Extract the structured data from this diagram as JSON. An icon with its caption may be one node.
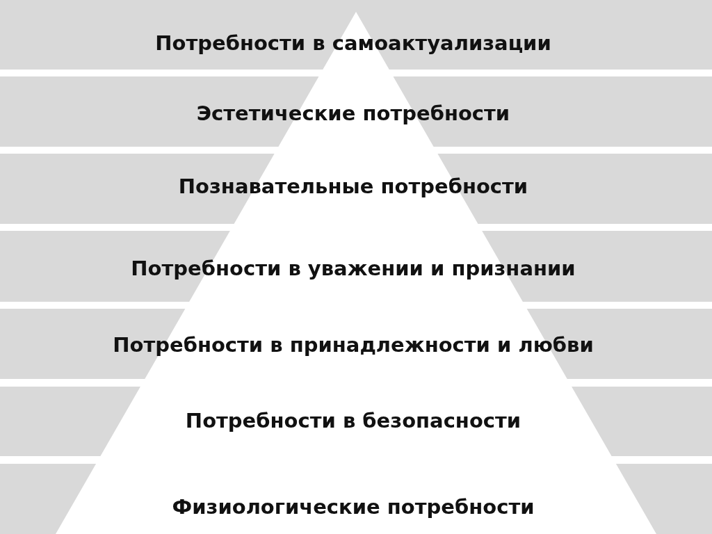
{
  "diagram": {
    "nodes": [
      {
        "text": [
          "Потребности в самоактуализации"
        ]
      },
      {
        "text": [
          "Эстетические потребности"
        ]
      },
      {
        "text": [
          "Познавательные потребности"
        ]
      },
      {
        "text": [
          "Потребности в уважении и признании"
        ]
      },
      {
        "text": [
          "Потребности в принадлежности и любви"
        ]
      },
      {
        "text": [
          "Потребности в безопасности"
        ]
      },
      {
        "text": [
          "Физиологические потребности"
        ]
      }
    ]
  }
}
